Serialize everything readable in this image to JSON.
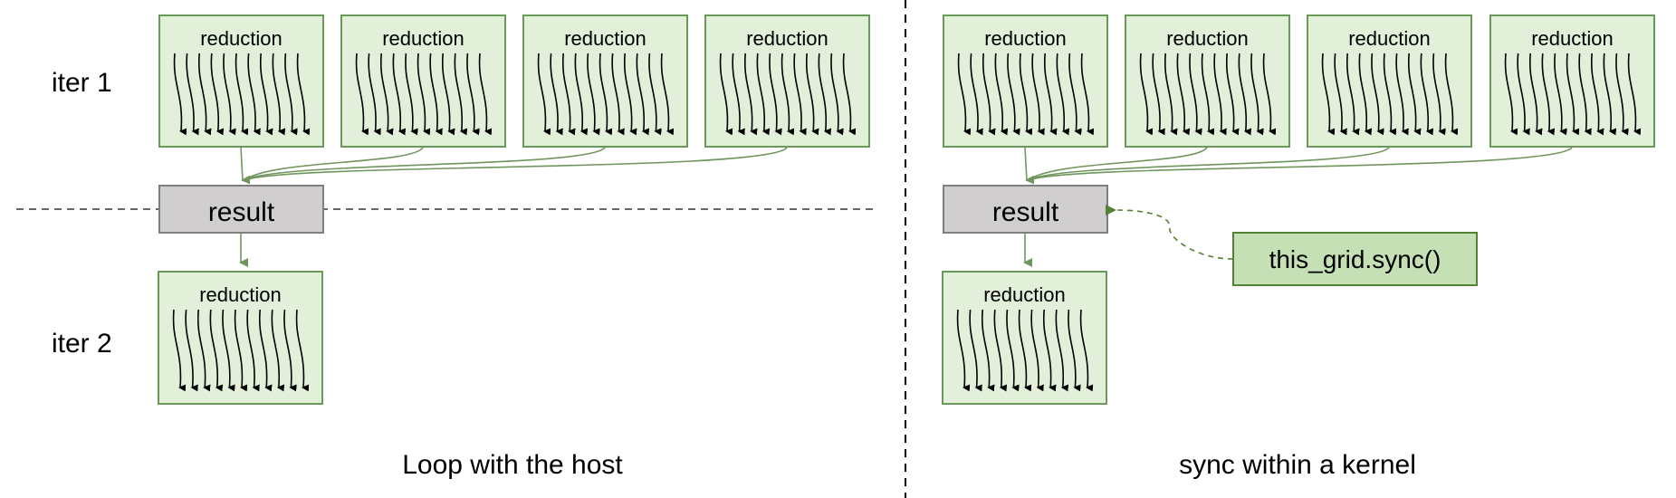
{
  "left_panel": {
    "caption": "Loop with the host",
    "iter1_label": "iter 1",
    "iter2_label": "iter 2",
    "reduction_label": "reduction",
    "result_label": "result"
  },
  "right_panel": {
    "caption": "sync within a kernel",
    "reduction_label": "reduction",
    "result_label": "result",
    "sync_label": "this_grid.sync()"
  },
  "colors": {
    "reduction_fill": "#e2efd9",
    "reduction_stroke": "#6a9a5a",
    "result_fill": "#d0cece",
    "result_stroke": "#7f7f7f",
    "sync_fill": "#c5e0b4",
    "sync_stroke": "#548235",
    "connector": "#70965e",
    "divider": "#000000"
  }
}
